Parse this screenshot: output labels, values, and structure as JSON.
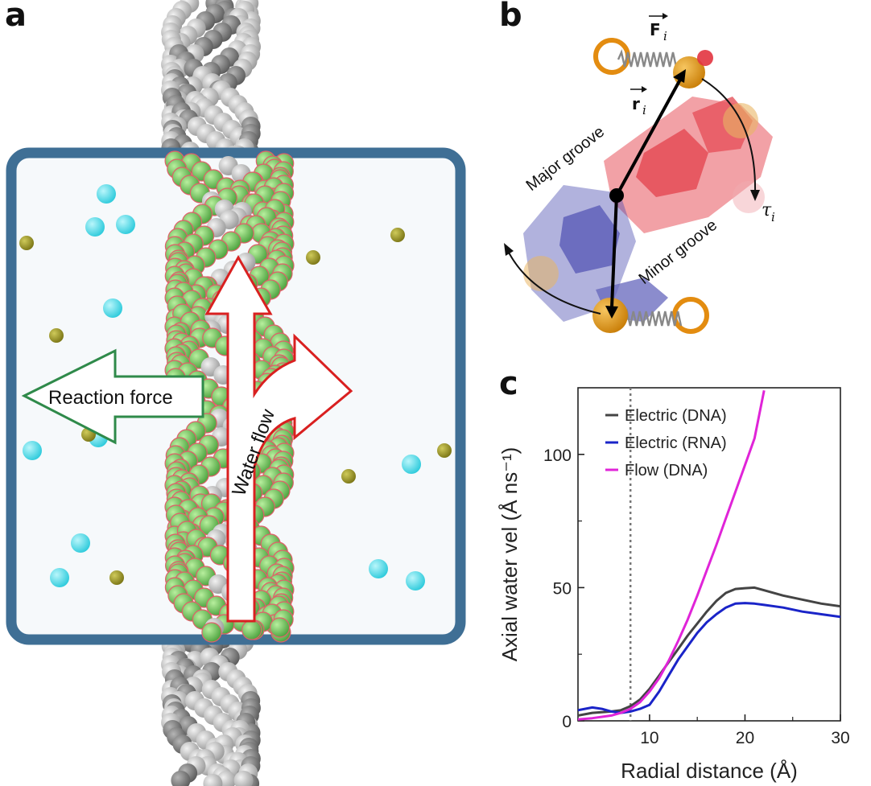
{
  "panels": {
    "a": "a",
    "b": "b",
    "c": "c"
  },
  "panel_a": {
    "reaction_label": "Reaction force",
    "water_label": "Water flow"
  },
  "panel_b": {
    "major_groove": "Major groove",
    "minor_groove": "Minor groove",
    "force_symbol": "F",
    "radius_symbol": "r",
    "torque_symbol": "τ",
    "subscript": "i"
  },
  "colors": {
    "box": "#3f6f95",
    "cation_cyan": "#3fd8e6",
    "anion_olive": "#8f8a22",
    "backbone_green": "#6cc25a",
    "reaction_arrow": "#2f8a4a",
    "water_arrow": "#d92020",
    "base_red": "#e2343f",
    "base_blue": "#4a4bb0",
    "phosphate_orange": "#e39a1a",
    "electric_dna": "#444444",
    "electric_rna": "#1a24c8",
    "flow_dna": "#e024d8"
  },
  "chart_data": {
    "type": "line",
    "xlabel": "Radial distance (Å)",
    "ylabel": "Axial water vel (Å ns⁻¹)",
    "xlim": [
      2.5,
      30
    ],
    "ylim": [
      0,
      125
    ],
    "xticks": [
      10,
      20,
      30
    ],
    "yticks": [
      0,
      50,
      100
    ],
    "vline": 8,
    "legend_position": "top-left",
    "grid": false,
    "series": [
      {
        "name": "Electric (DNA)",
        "color": "#444444",
        "x": [
          2.5,
          4,
          6,
          7,
          8,
          9,
          10,
          11,
          12,
          13,
          14,
          15,
          16,
          17,
          18,
          19,
          20,
          21,
          22,
          24,
          26,
          28,
          30
        ],
        "y": [
          2,
          3,
          3.5,
          4,
          5.5,
          8,
          12,
          17,
          22,
          27,
          32,
          36.5,
          41,
          45,
          48,
          49.5,
          49.8,
          50,
          49,
          47,
          45.5,
          44,
          43
        ]
      },
      {
        "name": "Electric (RNA)",
        "color": "#1a24c8",
        "x": [
          2.5,
          4,
          5,
          6,
          7,
          8,
          9,
          10,
          11,
          12,
          13,
          14,
          15,
          16,
          17,
          18,
          19,
          20,
          21,
          22,
          24,
          26,
          28,
          30
        ],
        "y": [
          4,
          5,
          4.5,
          3.5,
          3,
          3.5,
          4.5,
          6,
          11,
          17,
          23,
          28,
          33,
          37,
          40,
          42.5,
          44,
          44.2,
          44,
          43.5,
          42.5,
          41,
          40,
          39
        ]
      },
      {
        "name": "Flow (DNA)",
        "color": "#e024d8",
        "x": [
          2.5,
          4,
          6,
          7,
          8,
          9,
          10,
          11,
          12,
          13,
          14,
          15,
          16,
          17,
          18,
          19,
          20,
          21,
          22
        ],
        "y": [
          0.5,
          1,
          2,
          3,
          4.5,
          7,
          11,
          16,
          22.5,
          30,
          38,
          47,
          56.5,
          66,
          76,
          86,
          96,
          106,
          124
        ]
      }
    ]
  }
}
